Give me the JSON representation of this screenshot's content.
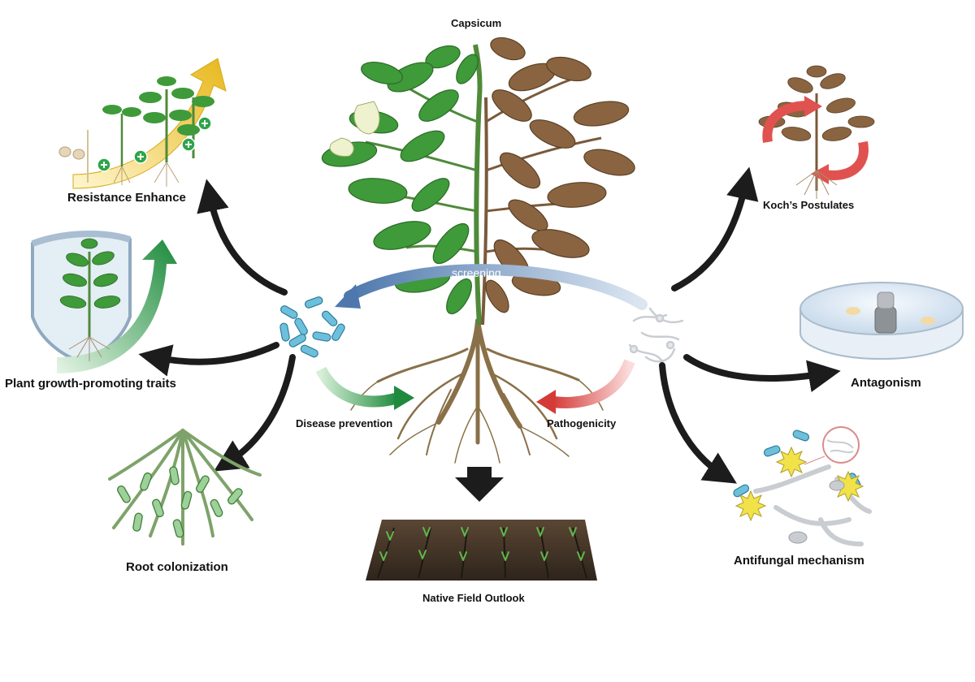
{
  "labels": {
    "capsicum": "Capsicum",
    "screening": "screening",
    "resistance": "Resistance Enhance",
    "growth": "Plant growth-promoting traits",
    "root_colonization": "Root colonization",
    "disease_prevention": "Disease prevention",
    "pathogenicity": "Pathogenicity",
    "field": "Native Field Outlook",
    "koch": "Koch’s Postulates",
    "antagonism": "Antagonism",
    "antifungal": "Antifungal mechanism"
  },
  "colors": {
    "healthy_leaf": "#3f9a3a",
    "diseased_leaf": "#8a6440",
    "bacteria": "#6cc0dc",
    "arrow_dark": "#1c1c1c",
    "growth_green": "#2f9a4a",
    "resistance_yellow": "#e8c23a",
    "koch_red": "#e0524f",
    "screening_blue": "#5b86b8"
  }
}
